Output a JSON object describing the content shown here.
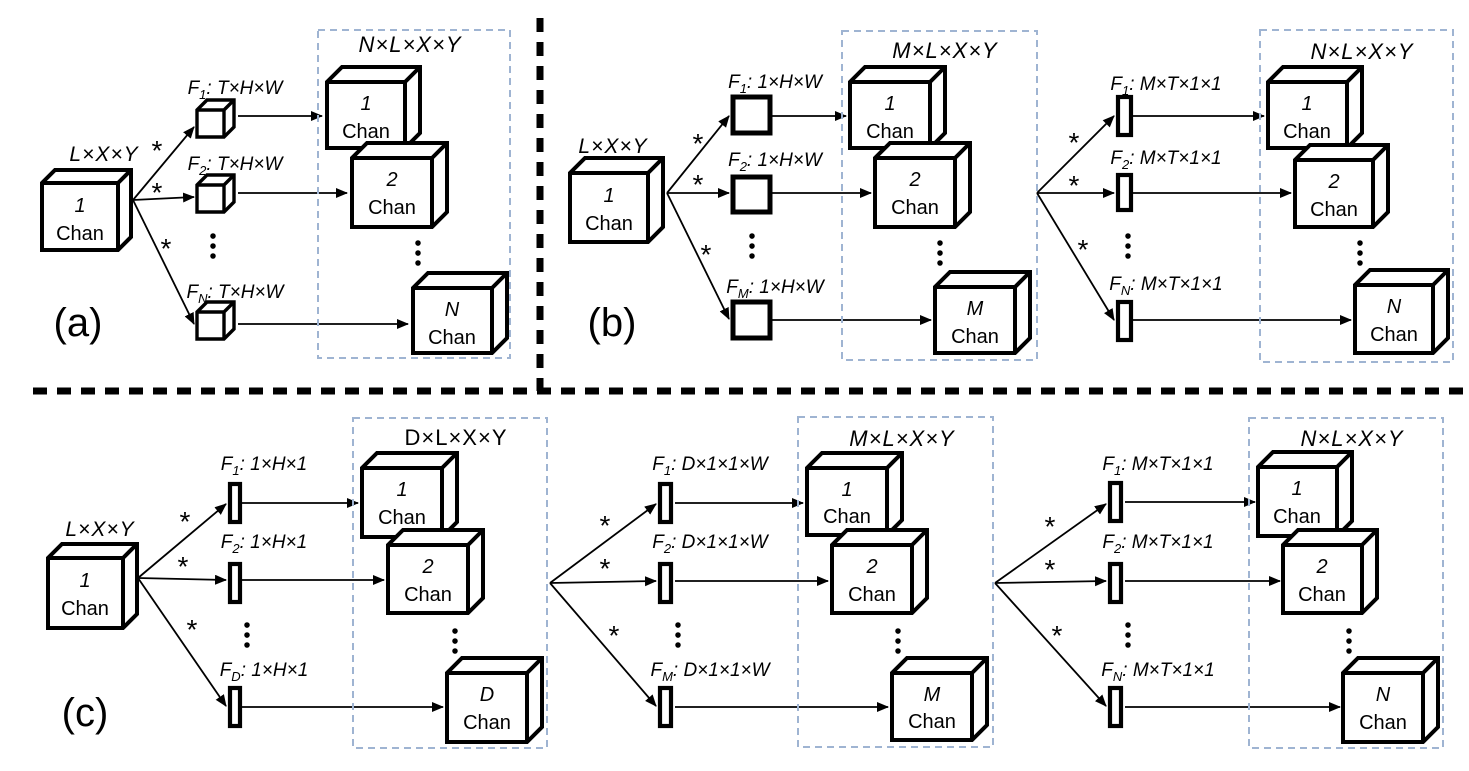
{
  "figure": {
    "panel_a": {
      "label": "(a)",
      "star": "*",
      "input": {
        "dims": "L×X×Y",
        "num": "1",
        "chan": "Chan"
      },
      "filters": [
        {
          "name": "F",
          "sub": "1",
          "spec": ": T×H×W"
        },
        {
          "name": "F",
          "sub": "2",
          "spec": ": T×H×W"
        },
        {
          "name": "F",
          "sub": "N",
          "spec": ": T×H×W"
        }
      ],
      "output": {
        "dims": "N×L×X×Y",
        "cubes": [
          {
            "num": "1",
            "chan": "Chan"
          },
          {
            "num": "2",
            "chan": "Chan"
          },
          {
            "num": "N",
            "chan": "Chan"
          }
        ]
      }
    },
    "panel_b": {
      "label": "(b)",
      "star": "*",
      "input": {
        "dims": "L×X×Y",
        "num": "1",
        "chan": "Chan"
      },
      "stage1": {
        "filters": [
          {
            "name": "F",
            "sub": "1",
            "spec": ": 1×H×W"
          },
          {
            "name": "F",
            "sub": "2",
            "spec": ": 1×H×W"
          },
          {
            "name": "F",
            "sub": "M",
            "spec": ": 1×H×W"
          }
        ],
        "output": {
          "dims": "M×L×X×Y",
          "cubes": [
            {
              "num": "1",
              "chan": "Chan"
            },
            {
              "num": "2",
              "chan": "Chan"
            },
            {
              "num": "M",
              "chan": "Chan"
            }
          ]
        }
      },
      "stage2": {
        "filters": [
          {
            "name": "F",
            "sub": "1",
            "spec": ": M×T×1×1"
          },
          {
            "name": "F",
            "sub": "2",
            "spec": ": M×T×1×1"
          },
          {
            "name": "F",
            "sub": "N",
            "spec": ": M×T×1×1"
          }
        ],
        "output": {
          "dims": "N×L×X×Y",
          "cubes": [
            {
              "num": "1",
              "chan": "Chan"
            },
            {
              "num": "2",
              "chan": "Chan"
            },
            {
              "num": "N",
              "chan": "Chan"
            }
          ]
        }
      }
    },
    "panel_c": {
      "label": "(c)",
      "star": "*",
      "input": {
        "dims": "L×X×Y",
        "num": "1",
        "chan": "Chan"
      },
      "stage1": {
        "filters": [
          {
            "name": "F",
            "sub": "1",
            "spec": ": 1×H×1"
          },
          {
            "name": "F",
            "sub": "2",
            "spec": ": 1×H×1"
          },
          {
            "name": "F",
            "sub": "D",
            "spec": ": 1×H×1"
          }
        ],
        "output": {
          "dims": "D×L×X×Y",
          "cubes": [
            {
              "num": "1",
              "chan": "Chan"
            },
            {
              "num": "2",
              "chan": "Chan"
            },
            {
              "num": "D",
              "chan": "Chan"
            }
          ]
        }
      },
      "stage2": {
        "filters": [
          {
            "name": "F",
            "sub": "1",
            "spec": ": D×1×1×W"
          },
          {
            "name": "F",
            "sub": "2",
            "spec": ": D×1×1×W"
          },
          {
            "name": "F",
            "sub": "M",
            "spec": ": D×1×1×W"
          }
        ],
        "output": {
          "dims": "M×L×X×Y",
          "cubes": [
            {
              "num": "1",
              "chan": "Chan"
            },
            {
              "num": "2",
              "chan": "Chan"
            },
            {
              "num": "M",
              "chan": "Chan"
            }
          ]
        }
      },
      "stage3": {
        "filters": [
          {
            "name": "F",
            "sub": "1",
            "spec": ": M×T×1×1"
          },
          {
            "name": "F",
            "sub": "2",
            "spec": ": M×T×1×1"
          },
          {
            "name": "F",
            "sub": "N",
            "spec": ": M×T×1×1"
          }
        ],
        "output": {
          "dims": "N×L×X×Y",
          "cubes": [
            {
              "num": "1",
              "chan": "Chan"
            },
            {
              "num": "2",
              "chan": "Chan"
            },
            {
              "num": "N",
              "chan": "Chan"
            }
          ]
        }
      }
    },
    "colors": {
      "ink": "#000000",
      "background": "#ffffff",
      "output_box_dash": "#9fb4d2"
    }
  }
}
